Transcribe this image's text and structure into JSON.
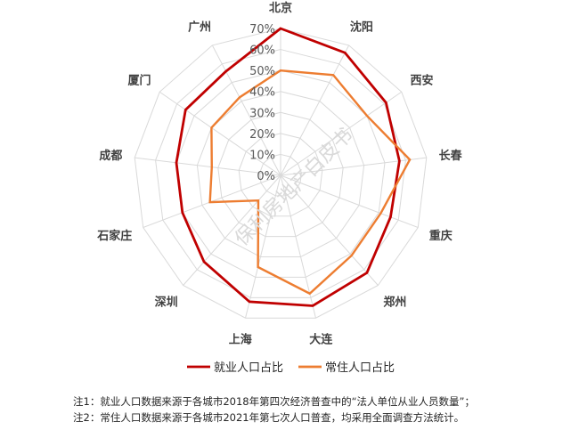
{
  "chart_data": {
    "type": "radar",
    "categories": [
      "北京",
      "沈阳",
      "西安",
      "长春",
      "重庆",
      "郑州",
      "大连",
      "上海",
      "深圳",
      "石家庄",
      "成都",
      "厦门",
      "广州"
    ],
    "series": [
      {
        "name": "就业人口占比",
        "color": "#c00000",
        "values": [
          70,
          66,
          61,
          57,
          56,
          62,
          64,
          62,
          55,
          50,
          50,
          55,
          56
        ]
      },
      {
        "name": "常住人口占比",
        "color": "#ed7d31",
        "values": [
          50,
          54,
          50,
          62,
          51,
          51,
          58,
          45,
          16,
          36,
          33,
          40,
          42
        ]
      }
    ],
    "rticks": [
      "0%",
      "10%",
      "20%",
      "30%",
      "40%",
      "50%",
      "60%",
      "70%"
    ],
    "rmin": 0,
    "rmax": 70,
    "grid": true,
    "legend": "bottom",
    "watermark": "保利房地产白皮书"
  },
  "notes": [
    "注1：就业人口数据来源于各城市2018年第四次经济普查中的“法人单位从业人员数量”；",
    "注2：常住人口数据来源于各城市2021年第七次人口普查，均采用全面调查方法统计。"
  ]
}
